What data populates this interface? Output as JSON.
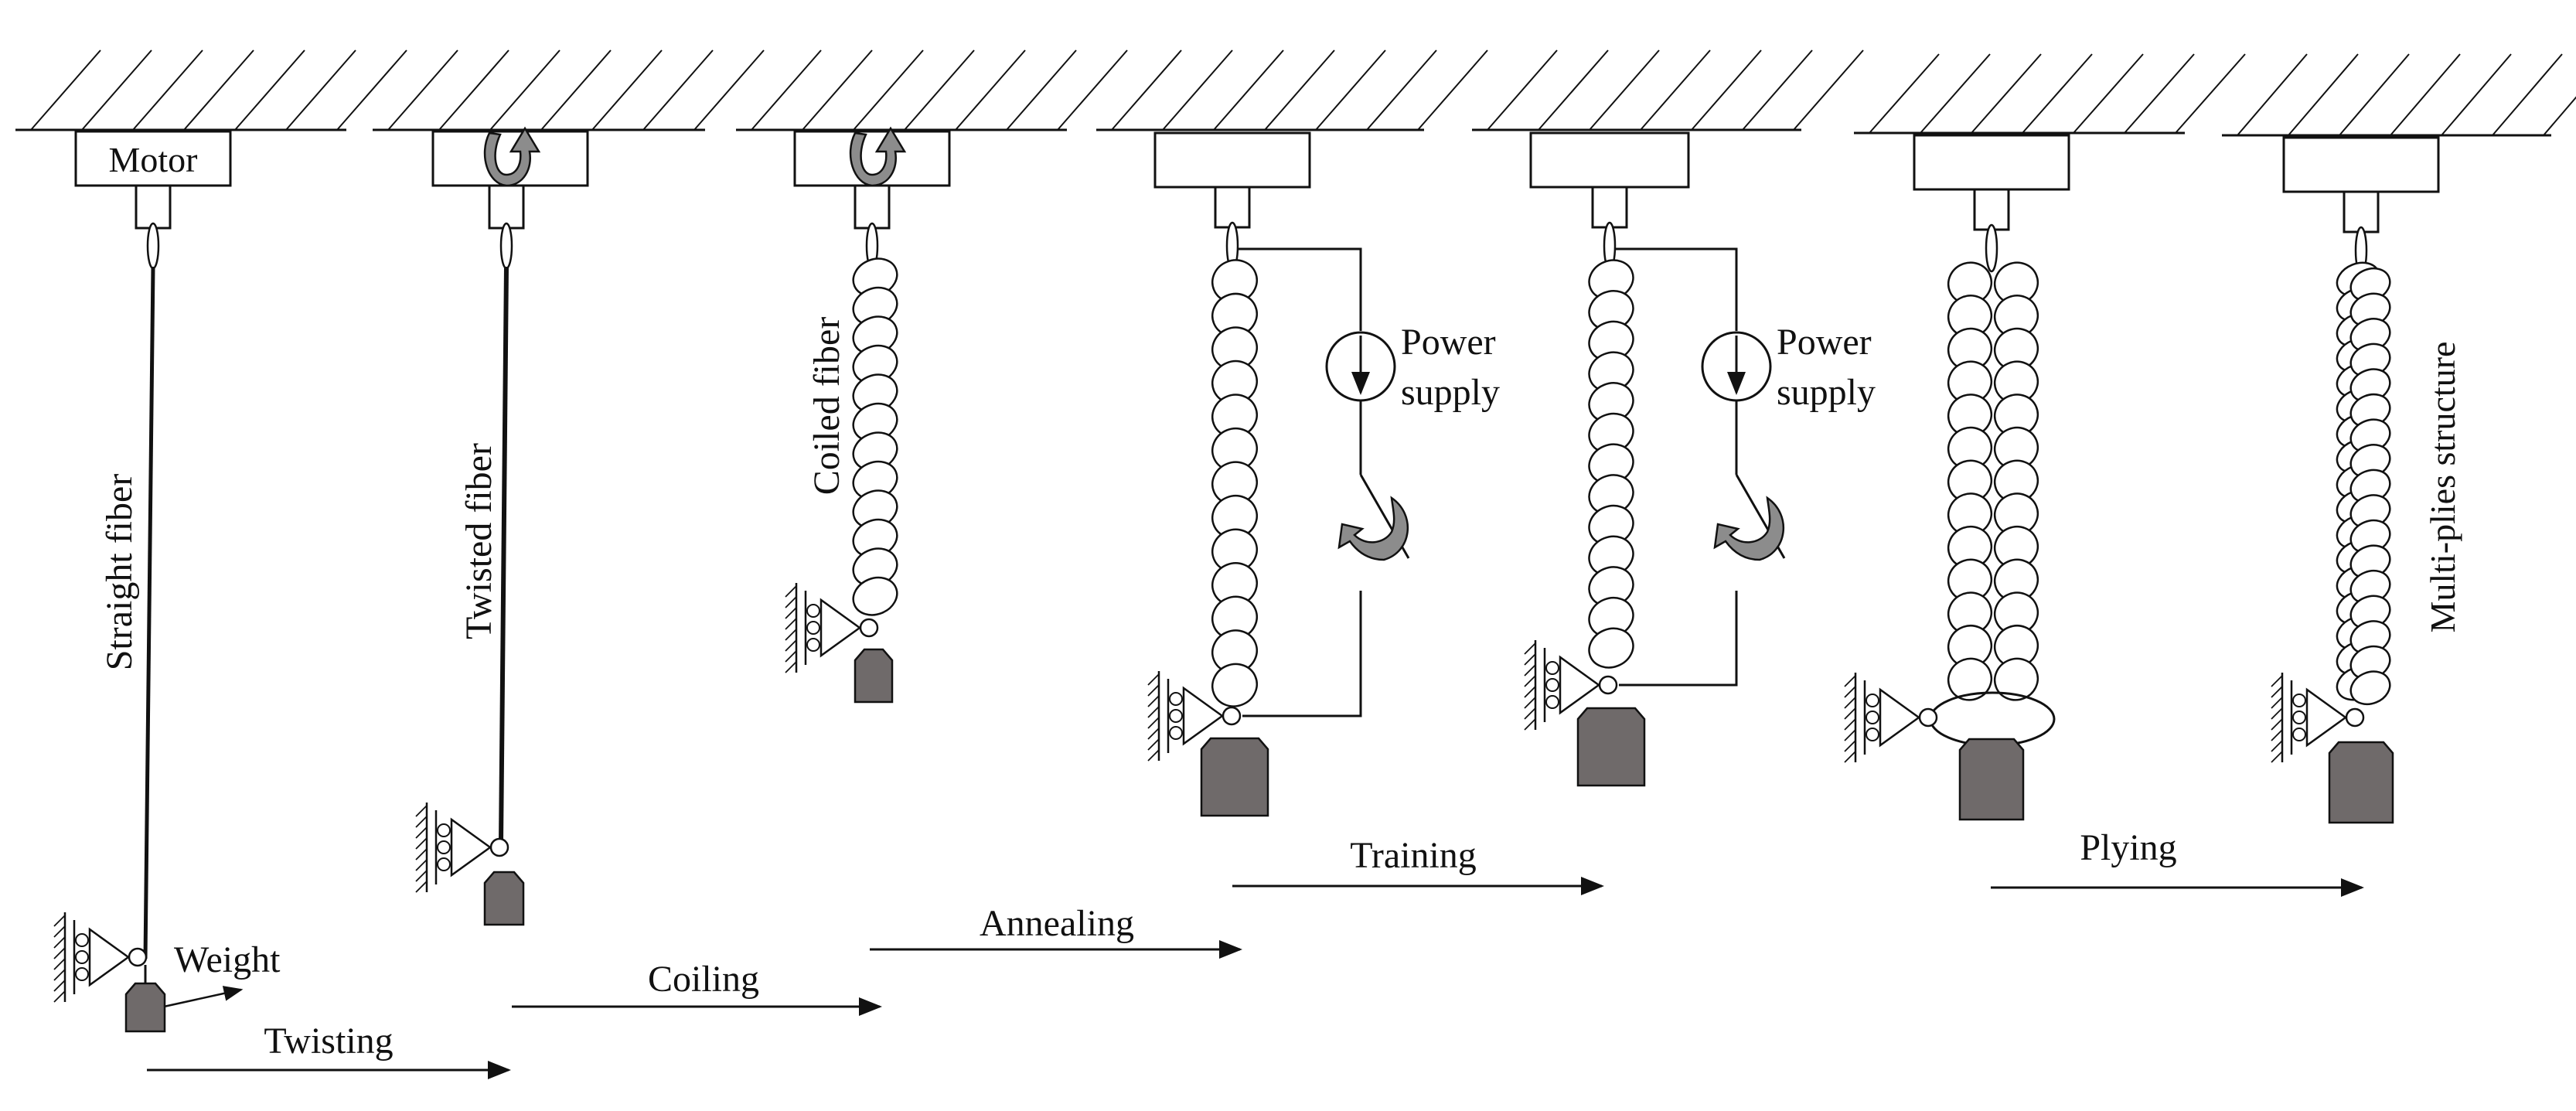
{
  "colors": {
    "line": "#111111",
    "weight_fill": "#6f6a6a",
    "arrow_fill": "#8c8c8c",
    "background": "#ffffff"
  },
  "labels": {
    "motor": "Motor",
    "straight_fiber": "Straight fiber",
    "twisted_fiber": "Twisted fiber",
    "coiled_fiber": "Coiled fiber",
    "weight": "Weight",
    "power_supply_line1": "Power",
    "power_supply_line2": "supply",
    "multi_plies": "Multi-plies structure"
  },
  "process_steps": [
    {
      "label": "Twisting"
    },
    {
      "label": "Coiling"
    },
    {
      "label": "Annealing"
    },
    {
      "label": "Training"
    },
    {
      "label": "Plying"
    }
  ],
  "stages": [
    {
      "name": "straight-fiber",
      "icons": [
        "ceiling-icon",
        "motor-block-icon",
        "fiber-line-icon",
        "roller-support-icon",
        "weight-icon"
      ]
    },
    {
      "name": "twisted-fiber",
      "icons": [
        "ceiling-icon",
        "motor-block-icon",
        "rotation-arrow-icon",
        "fiber-line-icon",
        "roller-support-icon",
        "weight-icon"
      ]
    },
    {
      "name": "coiled-fiber",
      "icons": [
        "ceiling-icon",
        "motor-block-icon",
        "rotation-arrow-icon",
        "coil-icon",
        "roller-support-icon",
        "weight-icon"
      ]
    },
    {
      "name": "annealing-circuit",
      "icons": [
        "ceiling-icon",
        "motor-block-icon",
        "coil-icon",
        "power-supply-icon",
        "switch-icon",
        "roller-support-icon",
        "weight-icon"
      ]
    },
    {
      "name": "training-circuit",
      "icons": [
        "ceiling-icon",
        "motor-block-icon",
        "coil-icon",
        "power-supply-icon",
        "switch-icon",
        "roller-support-icon",
        "weight-icon"
      ]
    },
    {
      "name": "plying",
      "icons": [
        "ceiling-icon",
        "motor-block-icon",
        "double-coil-icon",
        "loop-icon",
        "roller-support-icon",
        "weight-icon"
      ]
    },
    {
      "name": "multi-plies",
      "icons": [
        "ceiling-icon",
        "motor-block-icon",
        "multi-ply-coil-icon",
        "roller-support-icon",
        "weight-icon"
      ]
    }
  ]
}
